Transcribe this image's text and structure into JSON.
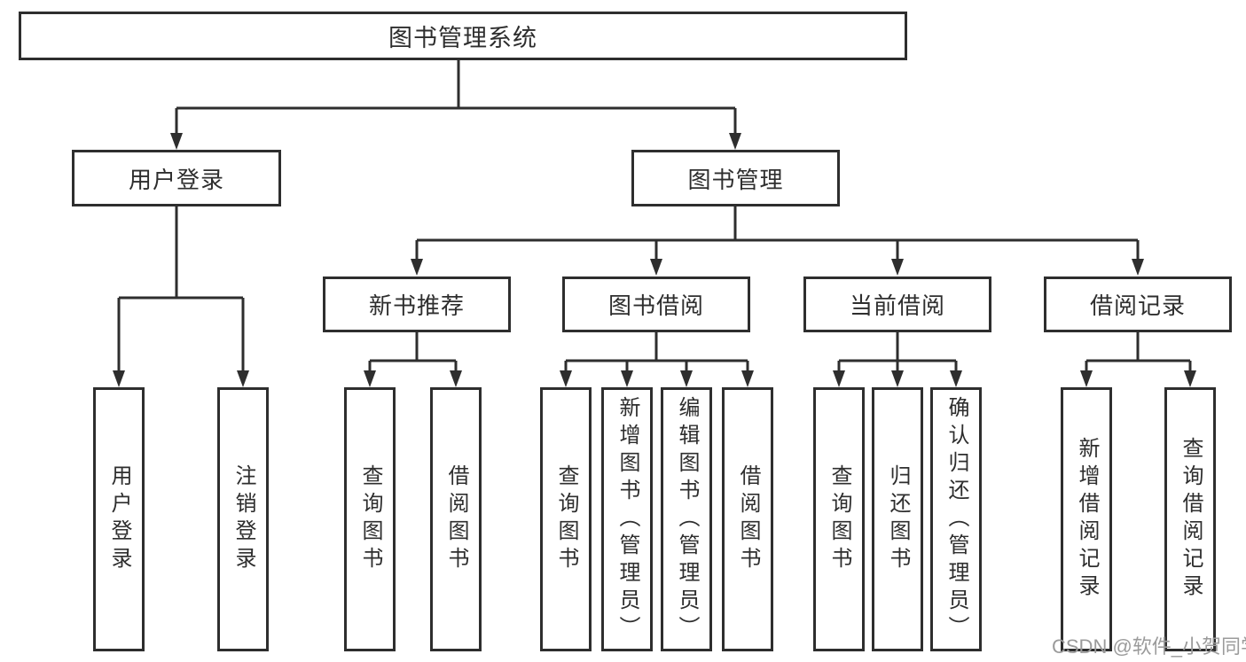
{
  "diagram": {
    "root": {
      "label": "图书管理系统"
    },
    "level2": [
      {
        "label": "用户登录"
      },
      {
        "label": "图书管理"
      }
    ],
    "level3": [
      {
        "label": "新书推荐"
      },
      {
        "label": "图书借阅"
      },
      {
        "label": "当前借阅"
      },
      {
        "label": "借阅记录"
      }
    ],
    "leaves": {
      "user_login": [
        {
          "label": "用户登录"
        },
        {
          "label": "注销登录"
        }
      ],
      "new_book": [
        {
          "label": "查询图书"
        },
        {
          "label": "借阅图书"
        }
      ],
      "book_borrow": [
        {
          "label": "查询图书"
        },
        {
          "label": "新增图书（管理员）"
        },
        {
          "label": "编辑图书（管理员）"
        },
        {
          "label": "借阅图书"
        }
      ],
      "current_borrow": [
        {
          "label": "查询图书"
        },
        {
          "label": "归还图书"
        },
        {
          "label": "确认归还（管理员）"
        }
      ],
      "borrow_record": [
        {
          "label": "新增借阅记录"
        },
        {
          "label": "查询借阅记录"
        }
      ]
    },
    "watermark": "CSDN @软件_小贺同学",
    "colors": {
      "line": "#2e2e2e",
      "text": "#2e2e2e",
      "watermark": "#9b9b9b",
      "background": "#ffffff"
    }
  }
}
